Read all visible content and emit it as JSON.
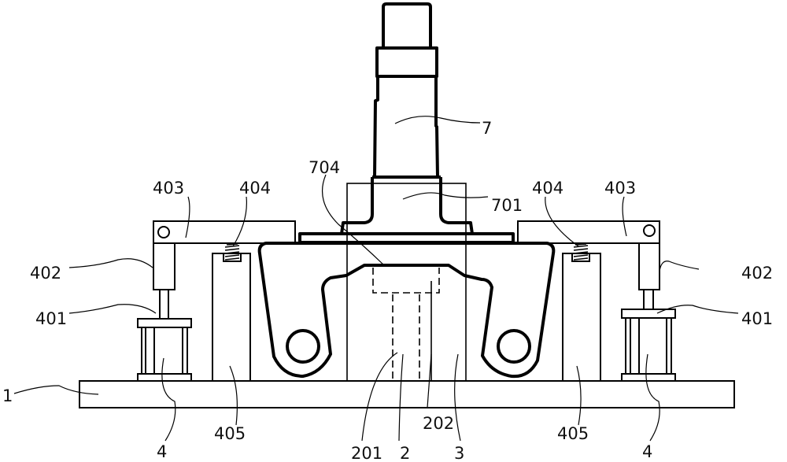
{
  "figure": {
    "labels": {
      "shaft": "7",
      "notch": "704",
      "shaft_neck": "701",
      "arm_left": "403",
      "spring_left": "404",
      "spring_right": "404",
      "arm_right": "403",
      "cylinder_rod_housing_left": "402",
      "cylinder_rod_housing_right": "402",
      "rod_left": "401",
      "rod_right": "401",
      "base": "1",
      "cylinder_left": "4",
      "column_left": "405",
      "part_201": "201",
      "part_2": "2",
      "part_202": "202",
      "part_3": "3",
      "column_right": "405",
      "cylinder_right": "4"
    }
  }
}
